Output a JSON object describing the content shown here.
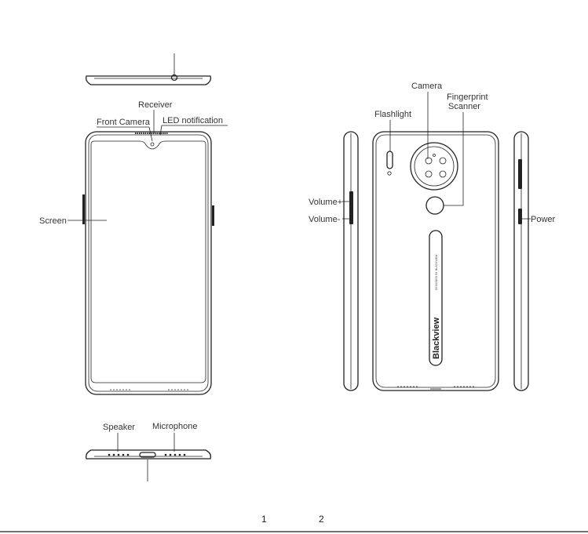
{
  "labels": {
    "receiver": "Receiver",
    "front_camera": "Front Camera",
    "led_notification": "LED notification",
    "screen": "Screen",
    "speaker": "Speaker",
    "microphone": "Microphone",
    "camera": "Camera",
    "fingerprint_line1": "Fingerprint",
    "fingerprint_line2": "Scanner",
    "flashlight": "Flashlight",
    "volume_up": "Volume+",
    "volume_down": "Volume-",
    "power": "Power"
  },
  "back_branding": {
    "logo_text": "Blackview",
    "tagline": "DESIGNED BY BLACKVIEW"
  },
  "page_numbers": [
    "1",
    "2"
  ]
}
